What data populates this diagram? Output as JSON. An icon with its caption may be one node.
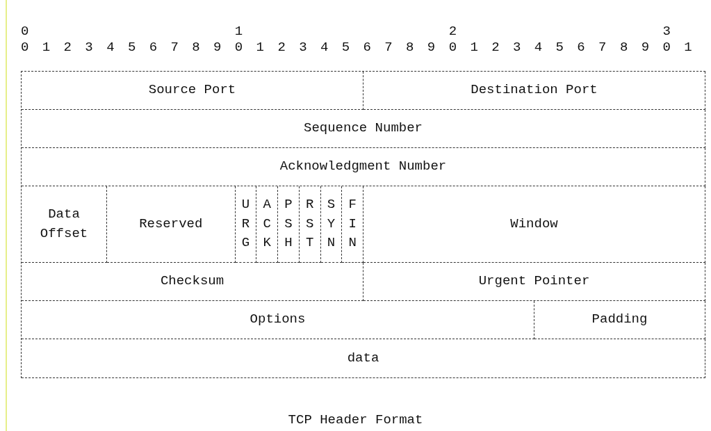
{
  "diagram": {
    "caption": "TCP Header Format",
    "nodes": [
      {
        "text": [
          "Source Port"
        ]
      },
      {
        "text": [
          "Destination Port"
        ]
      },
      {
        "text": [
          "Sequence Number"
        ]
      },
      {
        "text": [
          "Acknowledgment Number"
        ]
      },
      {
        "text": [
          "Data Offset"
        ]
      },
      {
        "text": [
          "Reserved"
        ]
      },
      {
        "text": [
          "URG"
        ]
      },
      {
        "text": [
          "ACK"
        ]
      },
      {
        "text": [
          "PSH"
        ]
      },
      {
        "text": [
          "RST"
        ]
      },
      {
        "text": [
          "SYN"
        ]
      },
      {
        "text": [
          "FIN"
        ]
      },
      {
        "text": [
          "Window"
        ]
      },
      {
        "text": [
          "Checksum"
        ]
      },
      {
        "text": [
          "Urgent Pointer"
        ]
      },
      {
        "text": [
          "Options"
        ]
      },
      {
        "text": [
          "Padding"
        ]
      },
      {
        "text": [
          "data"
        ]
      }
    ],
    "labels": [
      "0",
      "1",
      "2",
      "3",
      "0",
      "1",
      "2",
      "3",
      "4",
      "5",
      "6",
      "7",
      "8",
      "9",
      "0",
      "1",
      "2",
      "3",
      "4",
      "5",
      "6",
      "7",
      "8",
      "9",
      "0",
      "1",
      "2",
      "3",
      "4",
      "5",
      "6",
      "7",
      "8",
      "9",
      "0",
      "1"
    ]
  }
}
